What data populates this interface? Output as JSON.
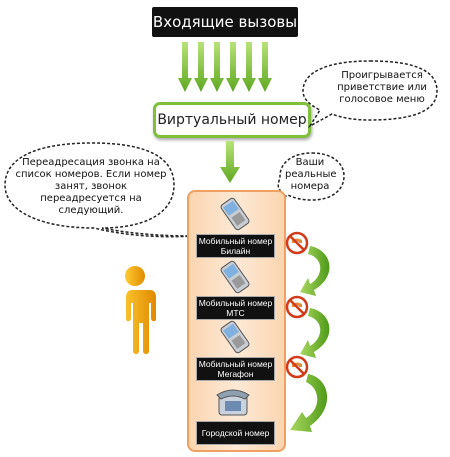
{
  "title": "Входящие вызовы",
  "virtual_number": "Виртуальный номер",
  "bubbles": {
    "greeting": "Проигрывается приветствие или голосовое меню",
    "forwarding": "Переадресация звонка на список номеров. Если номер занят, звонок переадресуется на следующий.",
    "real_numbers": "Ваши реальные номера"
  },
  "phones": [
    {
      "label": "Мобильный номер Билайн",
      "icon": "mobile-phone-icon"
    },
    {
      "label": "Мобильный номер МТС",
      "icon": "mobile-phone-icon"
    },
    {
      "label": "Мобильный номер Мегафон",
      "icon": "mobile-phone-icon"
    },
    {
      "label": "Городской номер",
      "icon": "landline-phone-icon"
    }
  ],
  "status_icons": [
    "busy-phone-icon",
    "busy-phone-icon",
    "busy-phone-icon"
  ],
  "colors": {
    "accent_green": "#7fbf3a",
    "panel_fill": "#fde9d6",
    "panel_border": "#f0a060",
    "person": "#f2a100",
    "busy_red": "#d23b1a"
  }
}
